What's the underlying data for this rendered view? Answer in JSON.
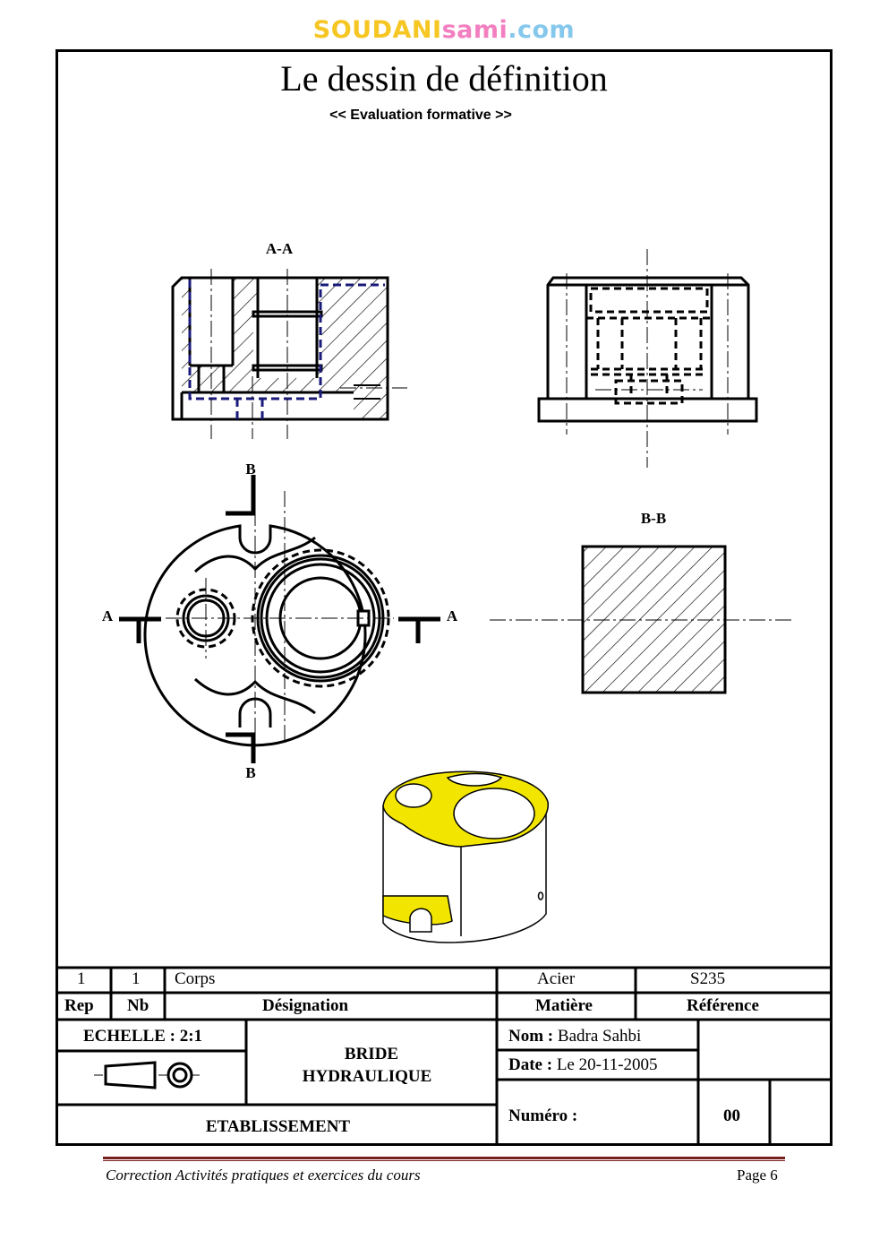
{
  "logo": {
    "part1": "SOUDANI",
    "part2": "sami",
    "part3": ".com"
  },
  "title": "Le dessin de définition",
  "subtitle": "<< Evaluation formative >>",
  "section_labels": {
    "aa": "A-A",
    "bb": "B-B",
    "a_left": "A",
    "a_right": "A",
    "b_top": "B",
    "b_bottom": "B"
  },
  "nomenclature": {
    "row": {
      "rep": "1",
      "nb": "1",
      "designation": "Corps",
      "matiere": "Acier",
      "reference": "S235"
    },
    "headers": {
      "rep": "Rep",
      "nb": "Nb",
      "designation": "Désignation",
      "matiere": "Matière",
      "reference": "Référence"
    }
  },
  "cartouche": {
    "echelle": "ECHELLE : 2:1",
    "title_line1": "BRIDE",
    "title_line2": "HYDRAULIQUE",
    "nom_label": "Nom :",
    "nom_value": "Badra Sahbi",
    "date_label": "Date :",
    "date_value": "Le 20-11-2005",
    "numero_label": "Numéro :",
    "numero_value": "00",
    "etablissement": "ETABLISSEMENT"
  },
  "footer": {
    "text": "Correction Activités pratiques et exercices du cours",
    "page": "Page 6"
  },
  "colors": {
    "highlight": "#f2e600",
    "section_dash": "#1a1a7a",
    "footer_rule": "#7a1e1e"
  }
}
